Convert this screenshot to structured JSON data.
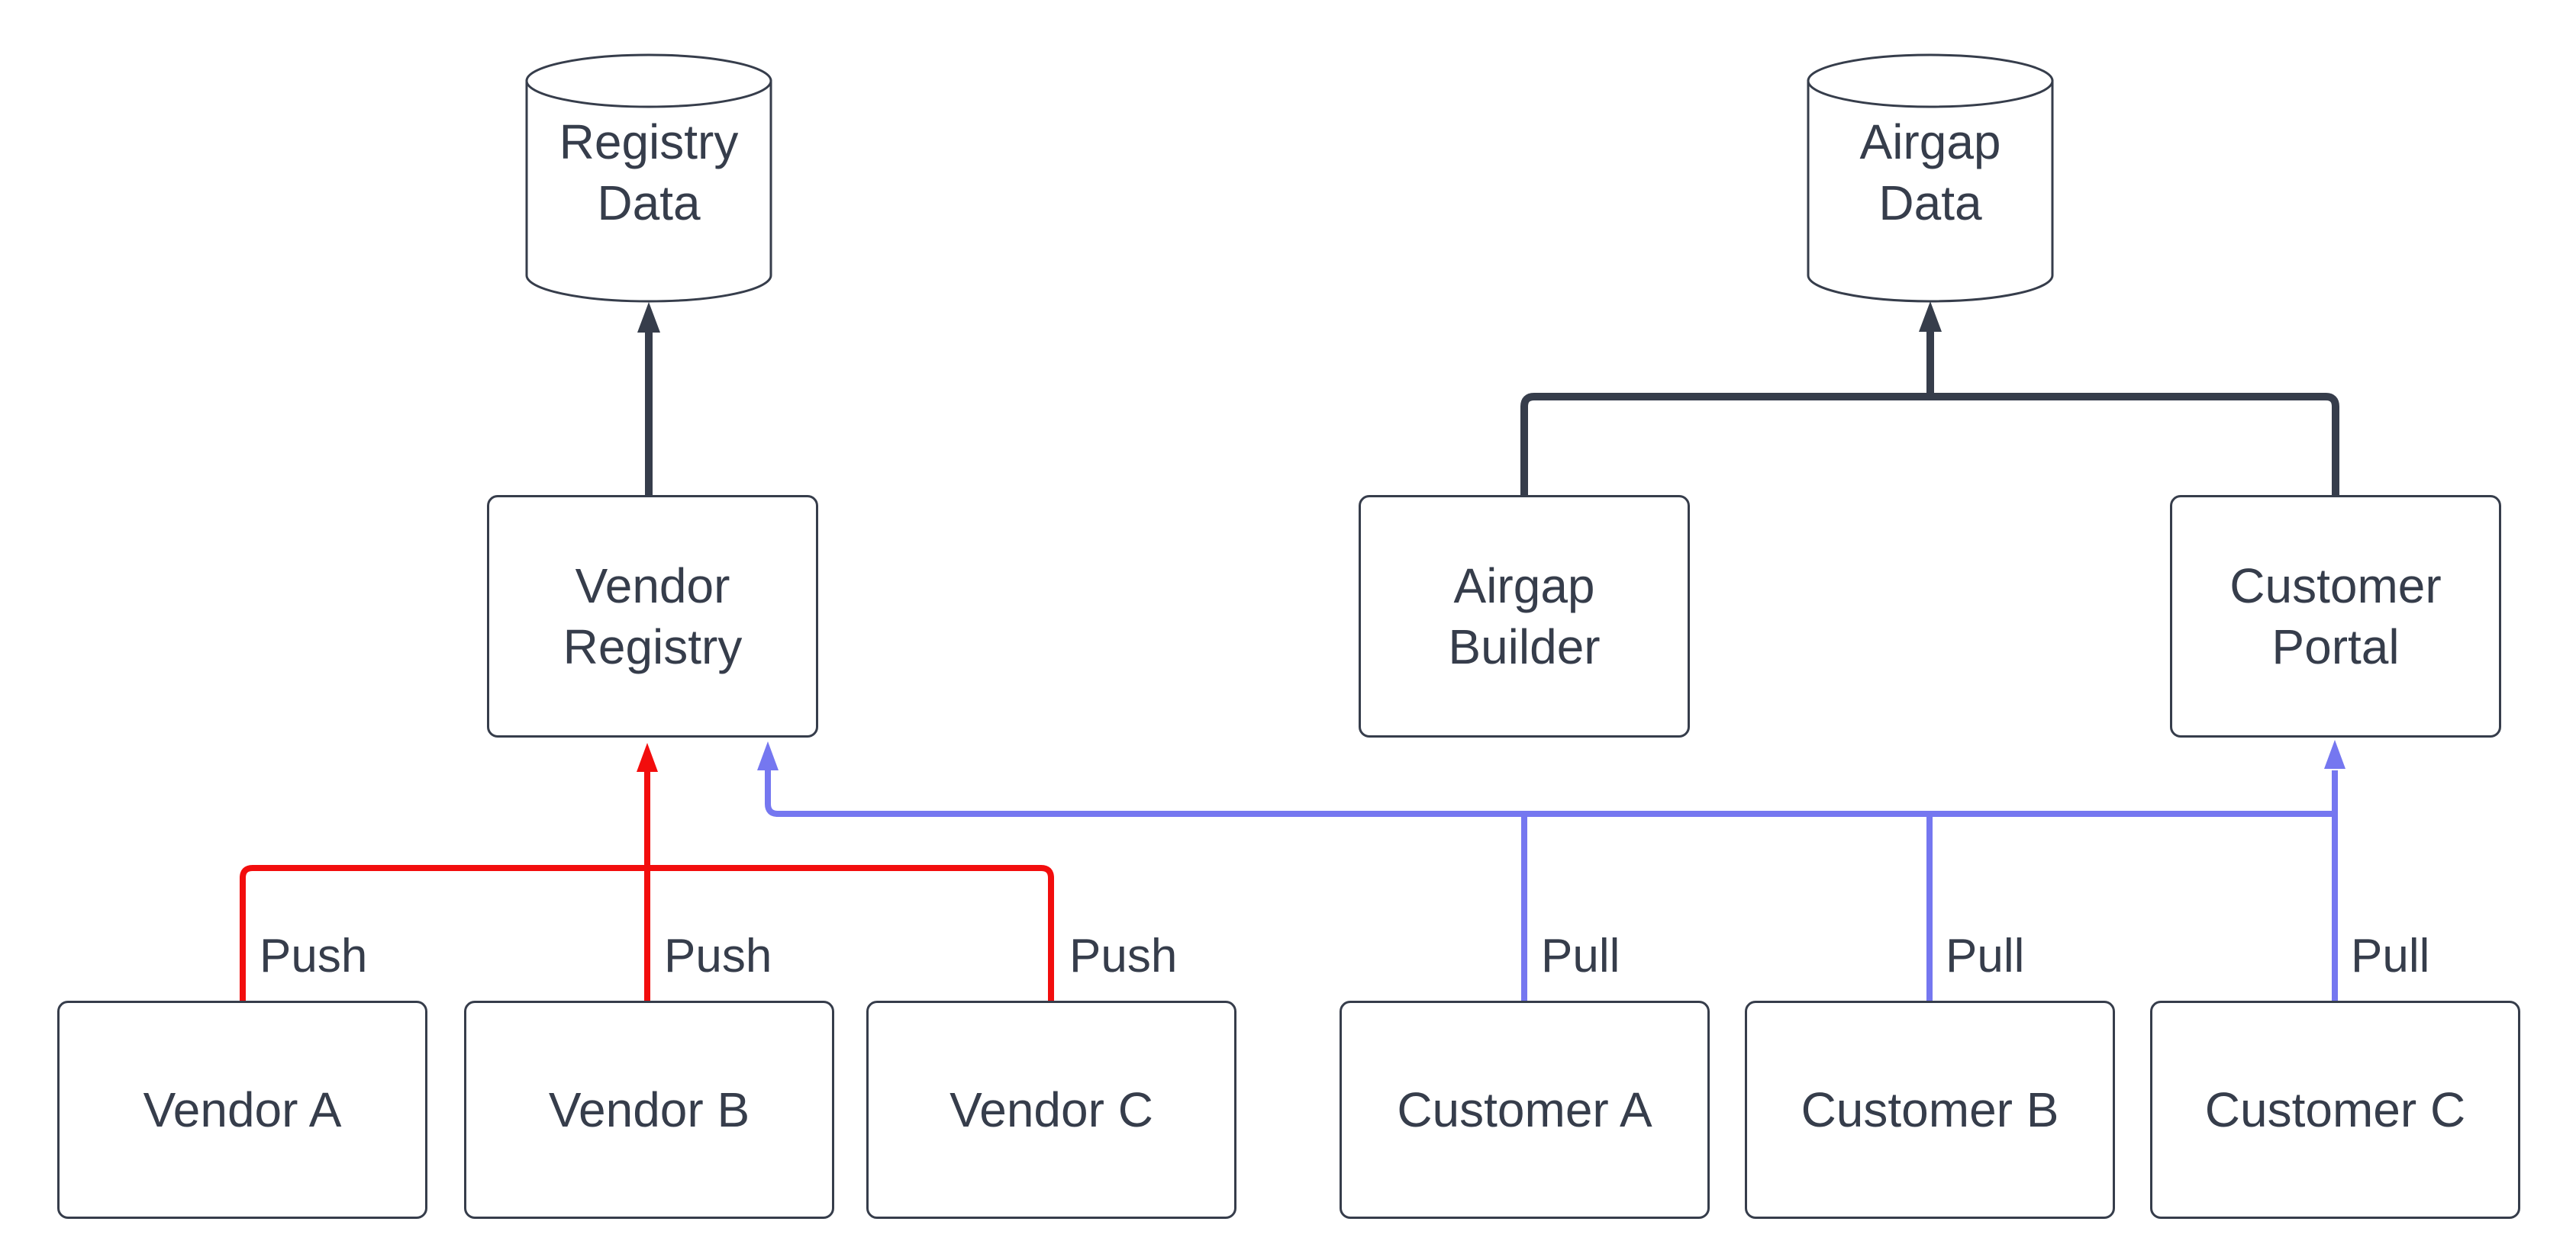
{
  "diagram": {
    "type": "flowchart",
    "colors": {
      "dark": "#363D4B",
      "red": "#F20D0D",
      "blue": "#7577F0"
    },
    "nodes": {
      "registry_data": {
        "label": "Registry\nData",
        "shape": "cylinder"
      },
      "airgap_data": {
        "label": "Airgap\nData",
        "shape": "cylinder"
      },
      "vendor_registry": {
        "label": "Vendor\nRegistry",
        "shape": "rect"
      },
      "airgap_builder": {
        "label": "Airgap\nBuilder",
        "shape": "rect"
      },
      "customer_portal": {
        "label": "Customer\nPortal",
        "shape": "rect"
      },
      "vendor_a": {
        "label": "Vendor A",
        "shape": "rect"
      },
      "vendor_b": {
        "label": "Vendor B",
        "shape": "rect"
      },
      "vendor_c": {
        "label": "Vendor C",
        "shape": "rect"
      },
      "customer_a": {
        "label": "Customer A",
        "shape": "rect"
      },
      "customer_b": {
        "label": "Customer B",
        "shape": "rect"
      },
      "customer_c": {
        "label": "Customer C",
        "shape": "rect"
      }
    },
    "edges": [
      {
        "from": "vendor_a",
        "to": "vendor_registry",
        "label": "Push",
        "color": "red"
      },
      {
        "from": "vendor_b",
        "to": "vendor_registry",
        "label": "Push",
        "color": "red"
      },
      {
        "from": "vendor_c",
        "to": "vendor_registry",
        "label": "Push",
        "color": "red"
      },
      {
        "from": "customer_a",
        "to": "vendor_registry",
        "label": "Pull",
        "color": "blue"
      },
      {
        "from": "customer_b",
        "to": "vendor_registry",
        "label": "Pull",
        "color": "blue"
      },
      {
        "from": "customer_c",
        "to": "customer_portal",
        "label": "Pull",
        "color": "blue"
      },
      {
        "from": "vendor_registry",
        "to": "registry_data",
        "label": "",
        "color": "dark"
      },
      {
        "from": "airgap_builder",
        "to": "airgap_data",
        "label": "",
        "color": "dark"
      },
      {
        "from": "customer_portal",
        "to": "airgap_data",
        "label": "",
        "color": "dark"
      }
    ]
  }
}
